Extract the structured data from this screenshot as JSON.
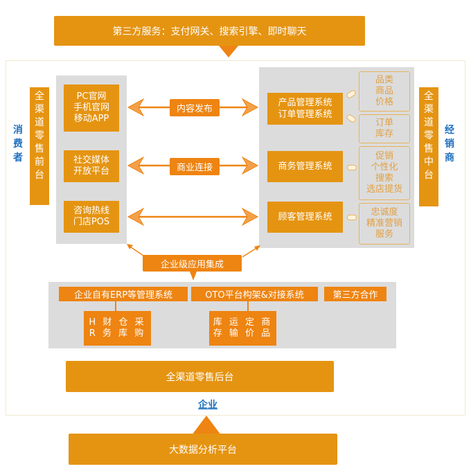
{
  "top_banner": {
    "text": "第三方服务：支付网关、搜索引擎、即时聊天"
  },
  "consumer": {
    "label": "消费者",
    "front_bar": [
      "全",
      "渠",
      "道",
      "零",
      "售",
      "前",
      "台"
    ],
    "channels": [
      {
        "lines": [
          "PC官网",
          "手机官网",
          "移动APP"
        ]
      },
      {
        "lines": [
          "社交媒体",
          "开放平台"
        ]
      },
      {
        "lines": [
          "咨询热线",
          "门店POS"
        ]
      }
    ]
  },
  "connections": [
    {
      "label": "内容发布"
    },
    {
      "label": "商业连接"
    },
    {
      "label": ""
    }
  ],
  "dealer": {
    "label": "经销商",
    "middle_bar": [
      "全",
      "渠",
      "道",
      "零",
      "售",
      "中",
      "台"
    ],
    "systems": [
      {
        "lines": [
          "产品管理系统",
          "订单管理系统"
        ]
      },
      {
        "lines": [
          "商务管理系统"
        ]
      },
      {
        "lines": [
          "顾客管理系统"
        ]
      }
    ],
    "features": [
      {
        "lines": [
          "品类",
          "商品",
          "价格"
        ]
      },
      {
        "lines": [
          "订单",
          "库存"
        ]
      },
      {
        "lines": [
          "促销",
          "个性化",
          "搜索",
          "选店提货"
        ]
      },
      {
        "lines": [
          "忠诚度",
          "精准营销",
          "服务"
        ]
      }
    ]
  },
  "integration": {
    "label": "企业级应用集成"
  },
  "enterprise_systems": {
    "headers": [
      "企业自有ERP等管理系统",
      "OTO平台构架&对接系统",
      "第三方合作"
    ],
    "erp_modules": {
      "lines": [
        "H 财 仓 采",
        "R 务 库 购"
      ]
    },
    "oto_modules": {
      "lines": [
        "库 运 定 商",
        "存 输 价 品"
      ]
    }
  },
  "backend": {
    "label": "全渠道零售后台"
  },
  "enterprise_label": "企业",
  "big_data": {
    "label": "大数据分析平台"
  },
  "colors": {
    "orange": "#e59412",
    "deep_orange": "#ee8411",
    "gray_panel": "#dcdcdc",
    "blue_label": "#1f6fbf",
    "outline": "#e8b35c"
  }
}
